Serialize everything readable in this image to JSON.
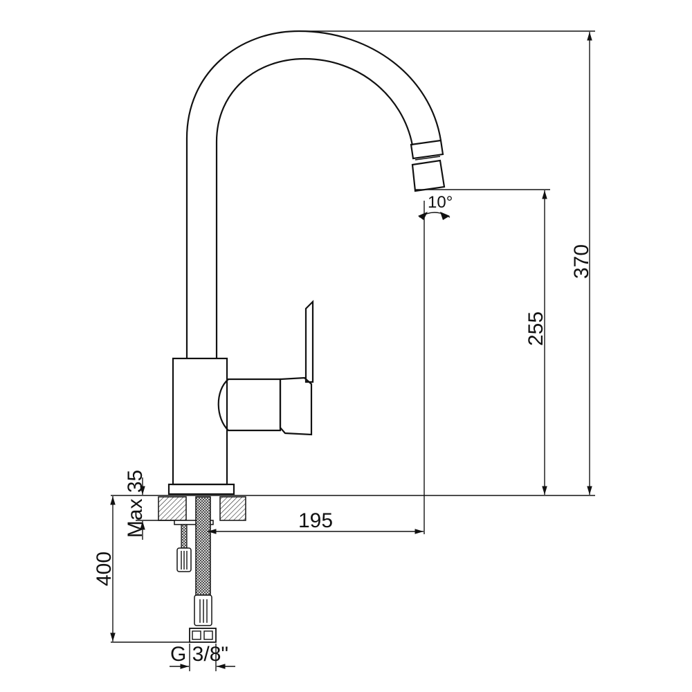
{
  "title": "Kitchen faucet dimension drawing",
  "dimensions": {
    "total_height": "370",
    "spout_height": "255",
    "spout_reach": "195",
    "swivel_angle": "10°",
    "max_counter_thickness": "Max 35",
    "hose_length": "400",
    "connection_thread": "G 3/8\""
  },
  "colors": {
    "line": "#111111",
    "background": "#ffffff"
  }
}
